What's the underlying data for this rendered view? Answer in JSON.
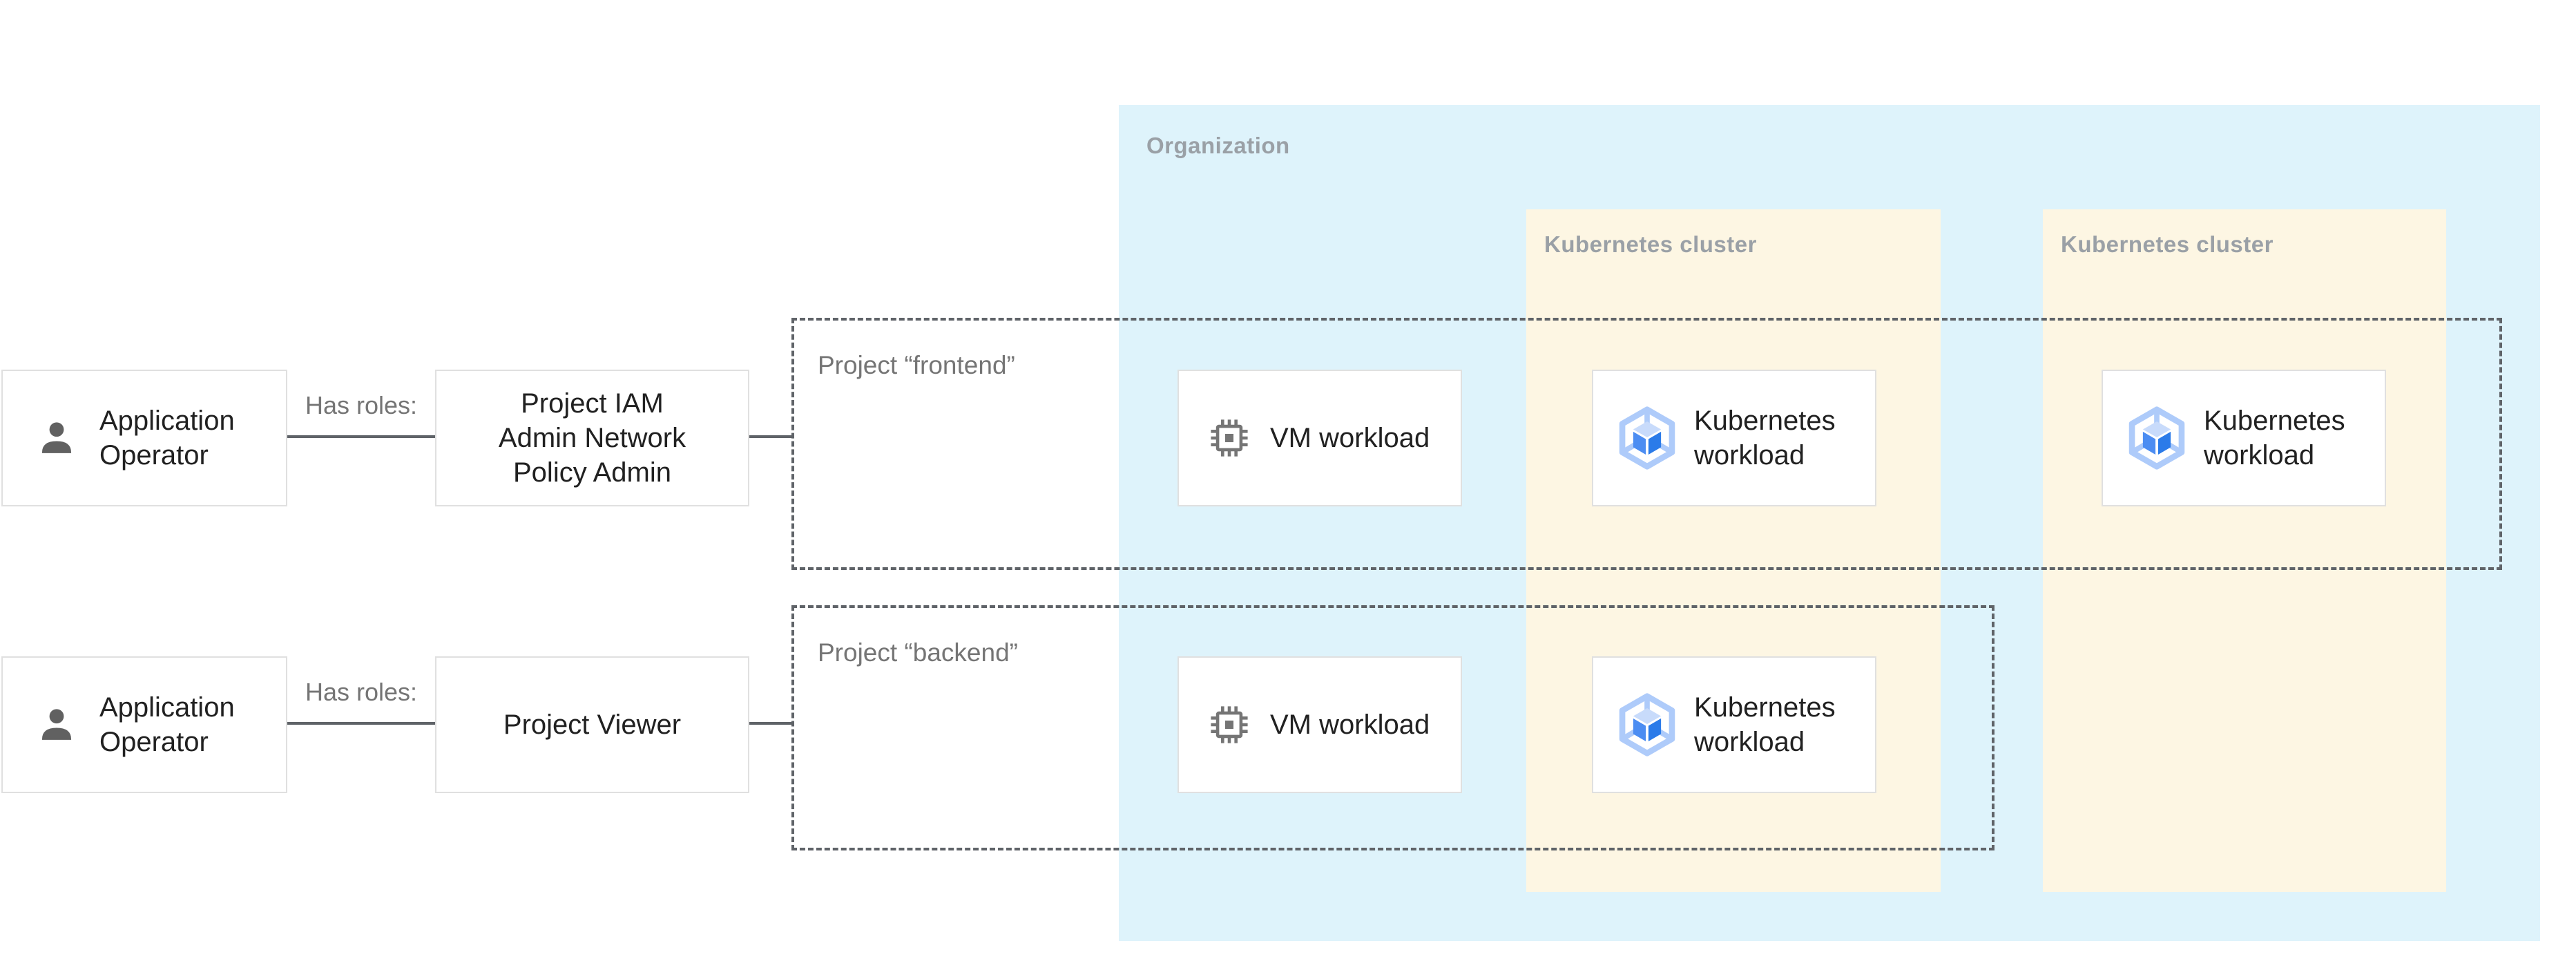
{
  "organization": {
    "label": "Organization"
  },
  "clusters": [
    {
      "label": "Kubernetes cluster"
    },
    {
      "label": "Kubernetes cluster"
    }
  ],
  "projects": [
    {
      "label": "Project “frontend”"
    },
    {
      "label": "Project “backend”"
    }
  ],
  "actors": [
    {
      "label": "Application Operator"
    },
    {
      "label": "Application Operator"
    }
  ],
  "relations": [
    {
      "label": "Has roles:"
    },
    {
      "label": "Has roles:"
    }
  ],
  "roles": [
    {
      "lines": [
        "Project IAM",
        "Admin Network",
        "Policy Admin"
      ]
    },
    {
      "lines": [
        "Project Viewer"
      ]
    }
  ],
  "workloads": {
    "frontend_vm": {
      "label": "VM workload"
    },
    "frontend_k8s_a": {
      "label": "Kubernetes workload"
    },
    "frontend_k8s_b": {
      "label": "Kubernetes workload"
    },
    "backend_vm": {
      "label": "VM workload"
    },
    "backend_k8s": {
      "label": "Kubernetes workload"
    }
  },
  "colors": {
    "organization_bg": "#DEF3FB",
    "cluster_bg": "#FDF6E3",
    "node_border": "#E0E0E0",
    "dashed_border": "#5F6368",
    "connector": "#5F6368",
    "header_gray": "#9AA0A6",
    "label_gray": "#757575",
    "text_black": "#212121",
    "person_icon": "#616161",
    "chip_icon": "#757575",
    "gke_hexagon": "#AECBFA",
    "gke_cube_top": "#C8DBFB",
    "gke_cube_left": "#4C8DF2",
    "gke_cube_right": "#2B7BE9"
  }
}
